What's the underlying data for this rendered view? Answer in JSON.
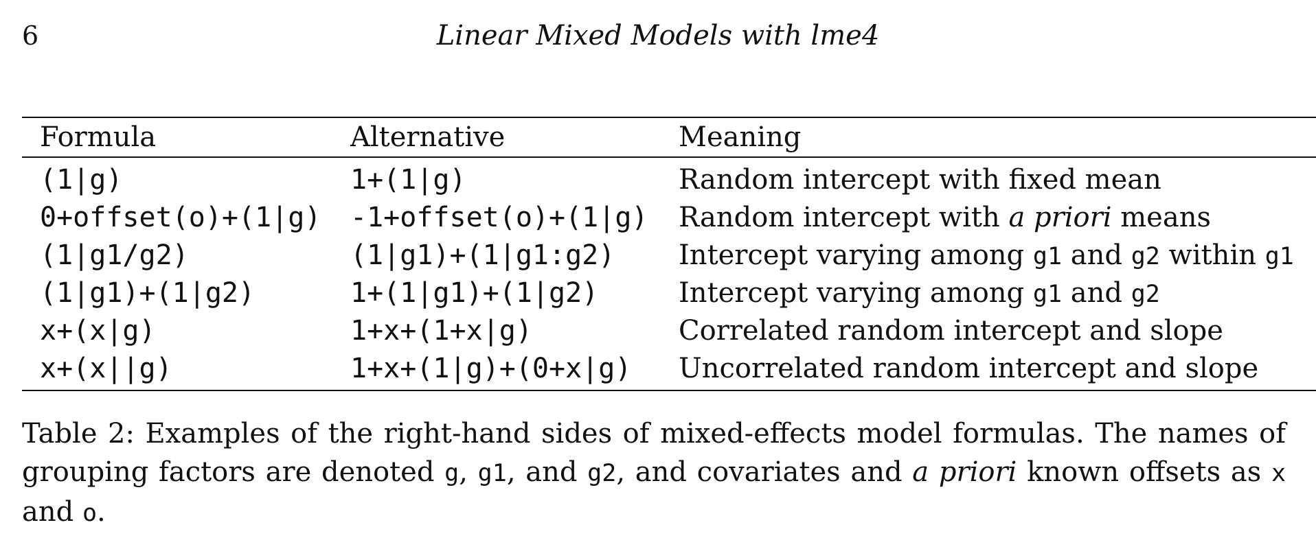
{
  "header": {
    "page_number": "6",
    "running_title": "Linear Mixed Models with lme4"
  },
  "table": {
    "columns": [
      "Formula",
      "Alternative",
      "Meaning"
    ],
    "rows": [
      {
        "formula": "(1|g)",
        "alternative": "1+(1|g)",
        "meaning": [
          {
            "text": "Random intercept with fixed mean",
            "style": "roman"
          }
        ]
      },
      {
        "formula": "0+offset(o)+(1|g)",
        "alternative": "-1+offset(o)+(1|g)",
        "meaning": [
          {
            "text": "Random intercept with ",
            "style": "roman"
          },
          {
            "text": "a priori",
            "style": "italic"
          },
          {
            "text": " means",
            "style": "roman"
          }
        ]
      },
      {
        "formula": "(1|g1/g2)",
        "alternative": "(1|g1)+(1|g1:g2)",
        "meaning": [
          {
            "text": "Intercept varying among ",
            "style": "roman"
          },
          {
            "text": "g1",
            "style": "mono"
          },
          {
            "text": " and ",
            "style": "roman"
          },
          {
            "text": "g2",
            "style": "mono"
          },
          {
            "text": " within ",
            "style": "roman"
          },
          {
            "text": "g1",
            "style": "mono"
          }
        ]
      },
      {
        "formula": "(1|g1)+(1|g2)",
        "alternative": "1+(1|g1)+(1|g2)",
        "meaning": [
          {
            "text": "Intercept varying among ",
            "style": "roman"
          },
          {
            "text": "g1",
            "style": "mono"
          },
          {
            "text": " and ",
            "style": "roman"
          },
          {
            "text": "g2",
            "style": "mono"
          }
        ]
      },
      {
        "formula": "x+(x|g)",
        "alternative": "1+x+(1+x|g)",
        "meaning": [
          {
            "text": "Correlated random intercept and slope",
            "style": "roman"
          }
        ]
      },
      {
        "formula": "x+(x||g)",
        "alternative": "1+x+(1|g)+(0+x|g)",
        "meaning": [
          {
            "text": "Uncorrelated random intercept and slope",
            "style": "roman"
          }
        ]
      }
    ]
  },
  "caption": [
    {
      "text": "Table 2:  Examples of the right-hand sides of mixed-effects model formulas.  The names of grouping factors are denoted ",
      "style": "roman"
    },
    {
      "text": "g",
      "style": "mono"
    },
    {
      "text": ", ",
      "style": "roman"
    },
    {
      "text": "g1",
      "style": "mono"
    },
    {
      "text": ", and ",
      "style": "roman"
    },
    {
      "text": "g2",
      "style": "mono"
    },
    {
      "text": ", and covariates and ",
      "style": "roman"
    },
    {
      "text": "a priori",
      "style": "italic"
    },
    {
      "text": " known offsets as ",
      "style": "roman"
    },
    {
      "text": "x",
      "style": "mono"
    },
    {
      "text": " and ",
      "style": "roman"
    },
    {
      "text": "o",
      "style": "mono"
    },
    {
      "text": ".",
      "style": "roman"
    }
  ]
}
